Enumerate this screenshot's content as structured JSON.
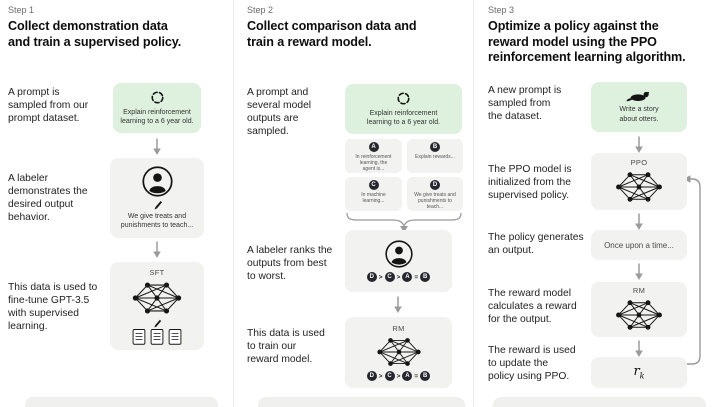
{
  "figure": {
    "step1": {
      "label": "Step 1",
      "heading": "Collect demonstration data\nand train a supervised policy.",
      "text_prompt": "A prompt is\nsampled from our\nprompt dataset.",
      "prompt_card_text": "Explain reinforcement\nlearning to a 6 year old.",
      "text_labeler": "A labeler\ndemonstrates the\ndesired output\nbehavior.",
      "demo_card_text": "We give treats and\npunishments to teach...",
      "text_finetune": "This data is used to\nfine-tune GPT-3.5\nwith supervised\nlearning.",
      "model_label": "SFT"
    },
    "step2": {
      "label": "Step 2",
      "heading": "Collect comparison data and\ntrain a reward model.",
      "text_prompt": "A prompt and\nseveral model\noutputs are\nsampled.",
      "prompt_card_text": "Explain reinforcement\nlearning to a 6 year old.",
      "outputs": [
        {
          "id": "A",
          "text": "In reinforcement\nlearning, the\nagent is..."
        },
        {
          "id": "B",
          "text": "Explain rewards..."
        },
        {
          "id": "C",
          "text": "In machine\nlearning..."
        },
        {
          "id": "D",
          "text": "We give treats and\npunishments to\nteach..."
        }
      ],
      "text_rank": "A labeler ranks the\noutputs from best\nto worst.",
      "ranking": {
        "letters": [
          "D",
          "C",
          "A",
          "B"
        ],
        "separators": [
          ">",
          ">",
          "="
        ]
      },
      "text_train": "This data is used\nto train our\nreward model.",
      "model_label": "RM"
    },
    "step3": {
      "label": "Step 3",
      "heading": "Optimize a policy against the\nreward model using the PPO\nreinforcement learning algorithm.",
      "text_prompt": "A new prompt is\nsampled from\nthe dataset.",
      "prompt_card_text": "Write a story\nabout otters.",
      "text_init": "The PPO model is\ninitialized from the\nsupervised policy.",
      "ppo_label": "PPO",
      "text_output": "The policy generates\nan output.",
      "output_card_text": "Once upon a time...",
      "text_reward": "The reward model\ncalculates a reward\nfor the output.",
      "rm_label": "RM",
      "text_update": "The reward is used\nto update the\npolicy using PPO.",
      "reward_base": "r",
      "reward_sub": "k"
    },
    "colors": {
      "prompt_card_green": "#def1de",
      "card_gray": "#f2f2f0",
      "badge_dark": "#26272e",
      "arrow_gray": "#9b9b9b"
    }
  }
}
